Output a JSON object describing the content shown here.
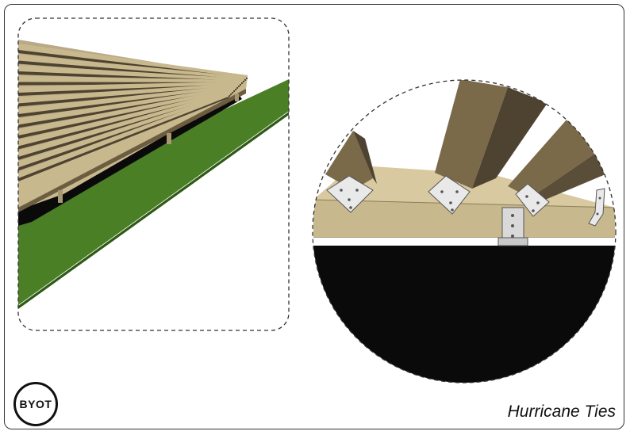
{
  "brand": {
    "logo_text": "BYOT"
  },
  "caption": {
    "title": "Hurricane Ties"
  },
  "colors": {
    "grass": "#4a7f26",
    "lumber": "#c8b88e",
    "lumber_dark": "#7a6a4a",
    "joist_shadow": "#4e4331",
    "ground": "#0a0a0a",
    "hardware": "#e9e9e9"
  },
  "panels": {
    "overview": {
      "type": "deck-framing-perspective"
    },
    "detail": {
      "type": "hurricane-tie-closeup"
    }
  }
}
